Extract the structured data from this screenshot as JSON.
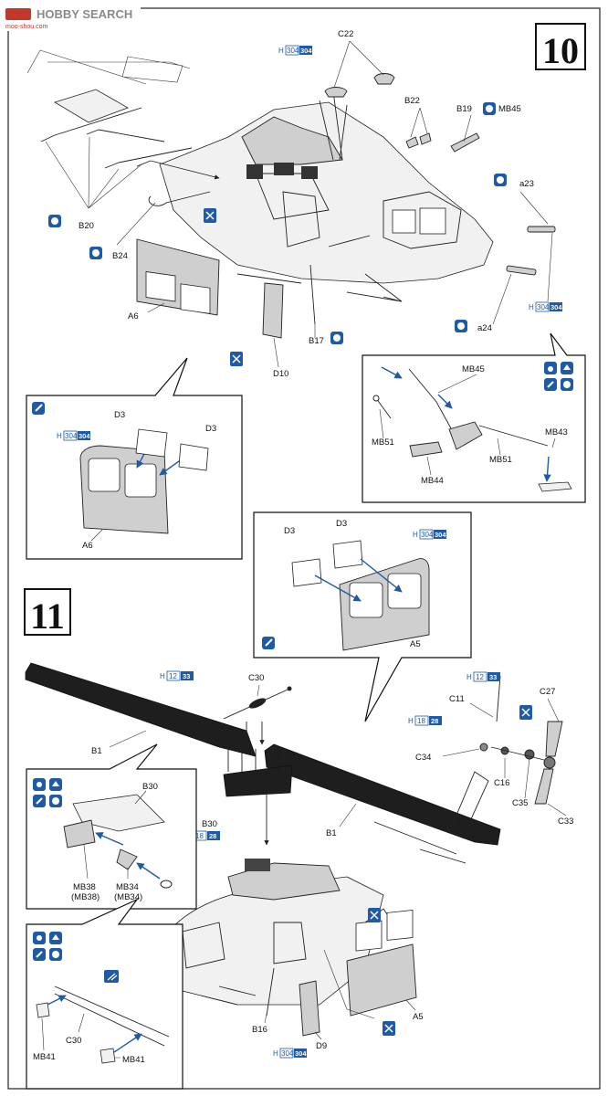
{
  "watermark": {
    "brand": "HOBBY SEARCH",
    "small": "moo-shou.com"
  },
  "steps": {
    "step10": "10",
    "step11": "11"
  },
  "paint_badges": [
    {
      "h": "H",
      "num_a": "304",
      "num_b": "304"
    },
    {
      "h": "H",
      "num_a": "304",
      "num_b": "304"
    },
    {
      "h": "H",
      "num_a": "304",
      "num_b": "304"
    },
    {
      "h": "H",
      "num_a": "304",
      "num_b": "304"
    },
    {
      "h": "H",
      "num_a": "12",
      "num_b": "33"
    },
    {
      "h": "H",
      "num_a": "12",
      "num_b": "33"
    },
    {
      "h": "H",
      "num_a": "18",
      "num_b": "28"
    },
    {
      "h": "H",
      "num_a": "18",
      "num_b": "28"
    },
    {
      "h": "H",
      "num_a": "304",
      "num_b": "304"
    }
  ],
  "labels": {
    "C22": "C22",
    "B22": "B22",
    "B19": "B19",
    "MB45": "MB45",
    "a23": "a23",
    "B20": "B20",
    "B24": "B24",
    "A6": "A6",
    "D10": "D10",
    "B17": "B17",
    "a24": "a24",
    "MB51": "MB51",
    "MB44": "MB44",
    "MB43": "MB43",
    "D3": "D3",
    "A5": "A5",
    "C30": "C30",
    "B1": "B1",
    "C11": "C11",
    "C27": "C27",
    "C34": "C34",
    "C16": "C16",
    "C35": "C35",
    "C33": "C33",
    "B30": "B30",
    "MB38": "MB38",
    "MB38p": "(MB38)",
    "MB34": "MB34",
    "MB34p": "(MB34)",
    "MB41": "MB41",
    "B16": "B16",
    "D9": "D9"
  },
  "icons": {
    "cement": "cement-icon",
    "paint": "paint-brush-icon",
    "remove": "cut-remove-icon",
    "choice": "option-icon"
  }
}
